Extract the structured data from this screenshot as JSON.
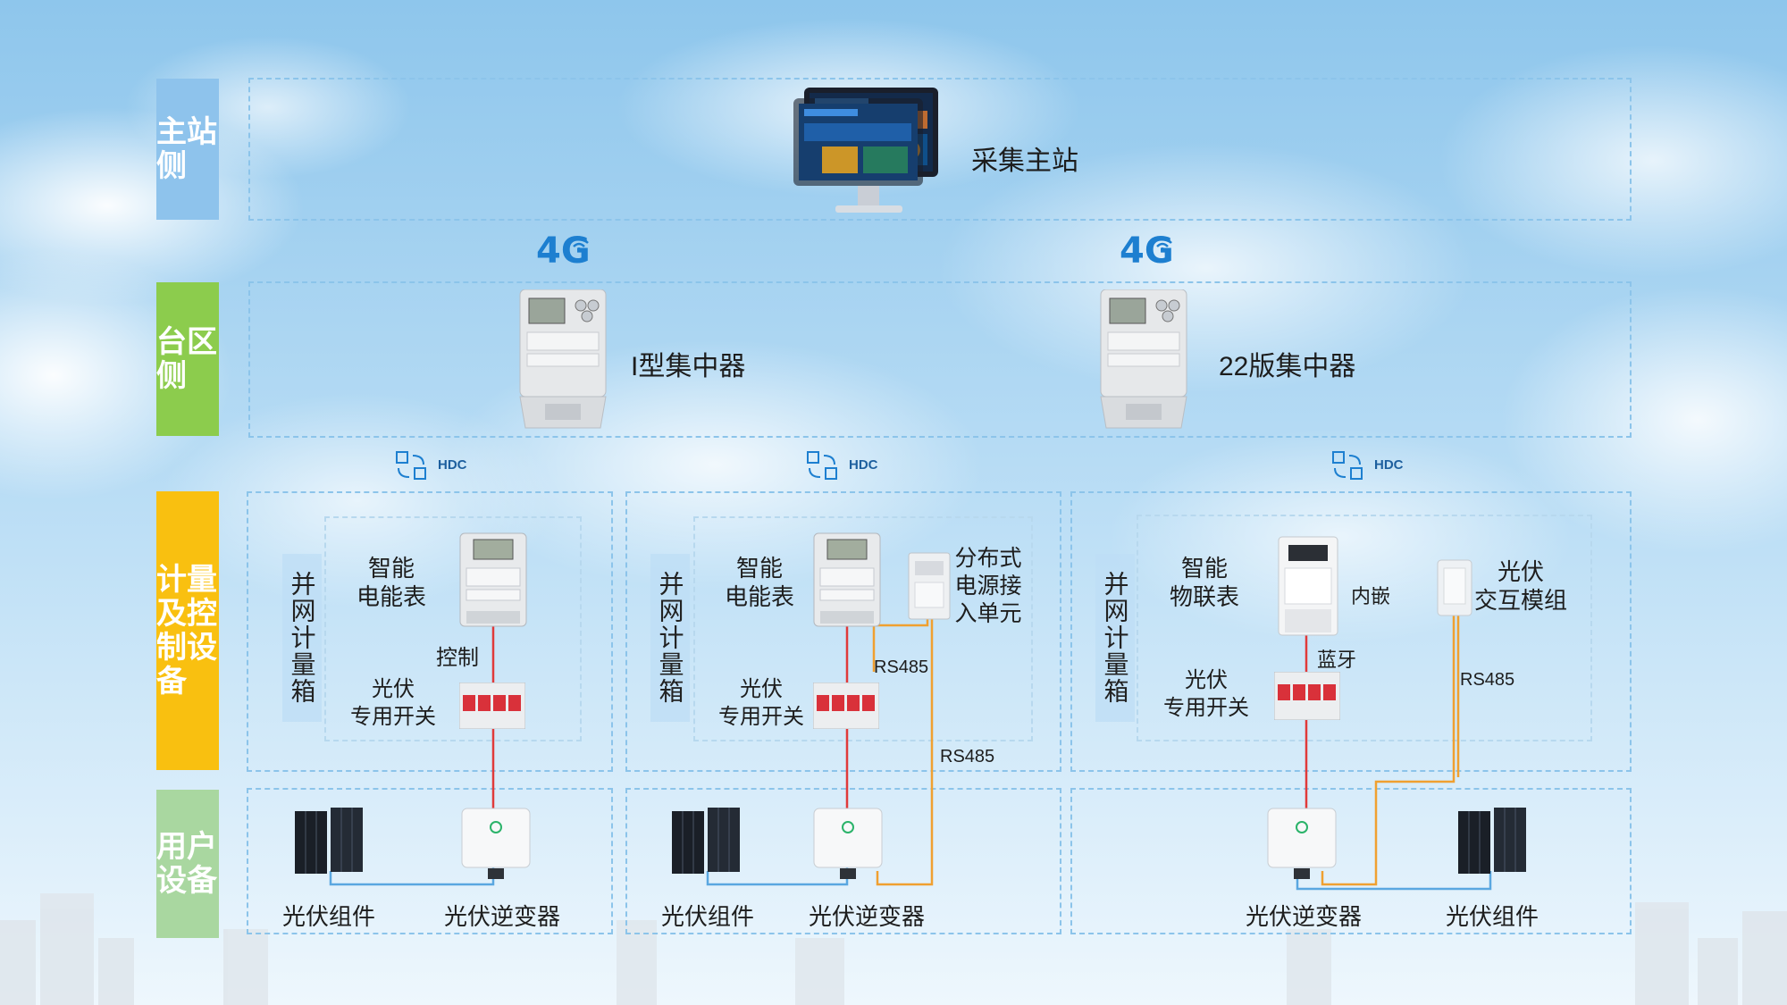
{
  "side_labels": {
    "master": "主站侧",
    "area": "台区侧",
    "metering": "计量及控制设备",
    "user": "用户设备"
  },
  "master_station": {
    "label": "采集主站"
  },
  "network": {
    "signal": "4G"
  },
  "concentrators": [
    {
      "label": "I型集中器"
    },
    {
      "label": "22版集中器"
    }
  ],
  "hdc": {
    "label": "HDC"
  },
  "meter_box": {
    "label": "并网计量箱"
  },
  "box1": {
    "meter_line1": "智能",
    "meter_line2": "电能表",
    "control": "控制",
    "switch_line1": "光伏",
    "switch_line2": "专用开关",
    "pv_module": "光伏组件",
    "inverter": "光伏逆变器"
  },
  "box2": {
    "meter_line1": "智能",
    "meter_line2": "电能表",
    "unit_line1": "分布式",
    "unit_line2": "电源接",
    "unit_line3": "入单元",
    "rs485_a": "RS485",
    "rs485_b": "RS485",
    "switch_line1": "光伏",
    "switch_line2": "专用开关",
    "pv_module": "光伏组件",
    "inverter": "光伏逆变器"
  },
  "box3": {
    "meter_line1": "智能",
    "meter_line2": "物联表",
    "embedded": "内嵌",
    "bluetooth": "蓝牙",
    "module_line1": "光伏",
    "module_line2": "交互模组",
    "rs485": "RS485",
    "switch_line1": "光伏",
    "switch_line2": "专用开关",
    "inverter": "光伏逆变器",
    "pv_module": "光伏组件"
  },
  "colors": {
    "master_label": "#8ec3ec",
    "area_label": "#8ccc4d",
    "metering_label": "#f9c010",
    "user_label": "#a9d7a0",
    "power_line": "#e03a3a",
    "rs485_line": "#f0a030",
    "pv_line": "#5aa7e0",
    "signal": "#1d7fd0"
  }
}
